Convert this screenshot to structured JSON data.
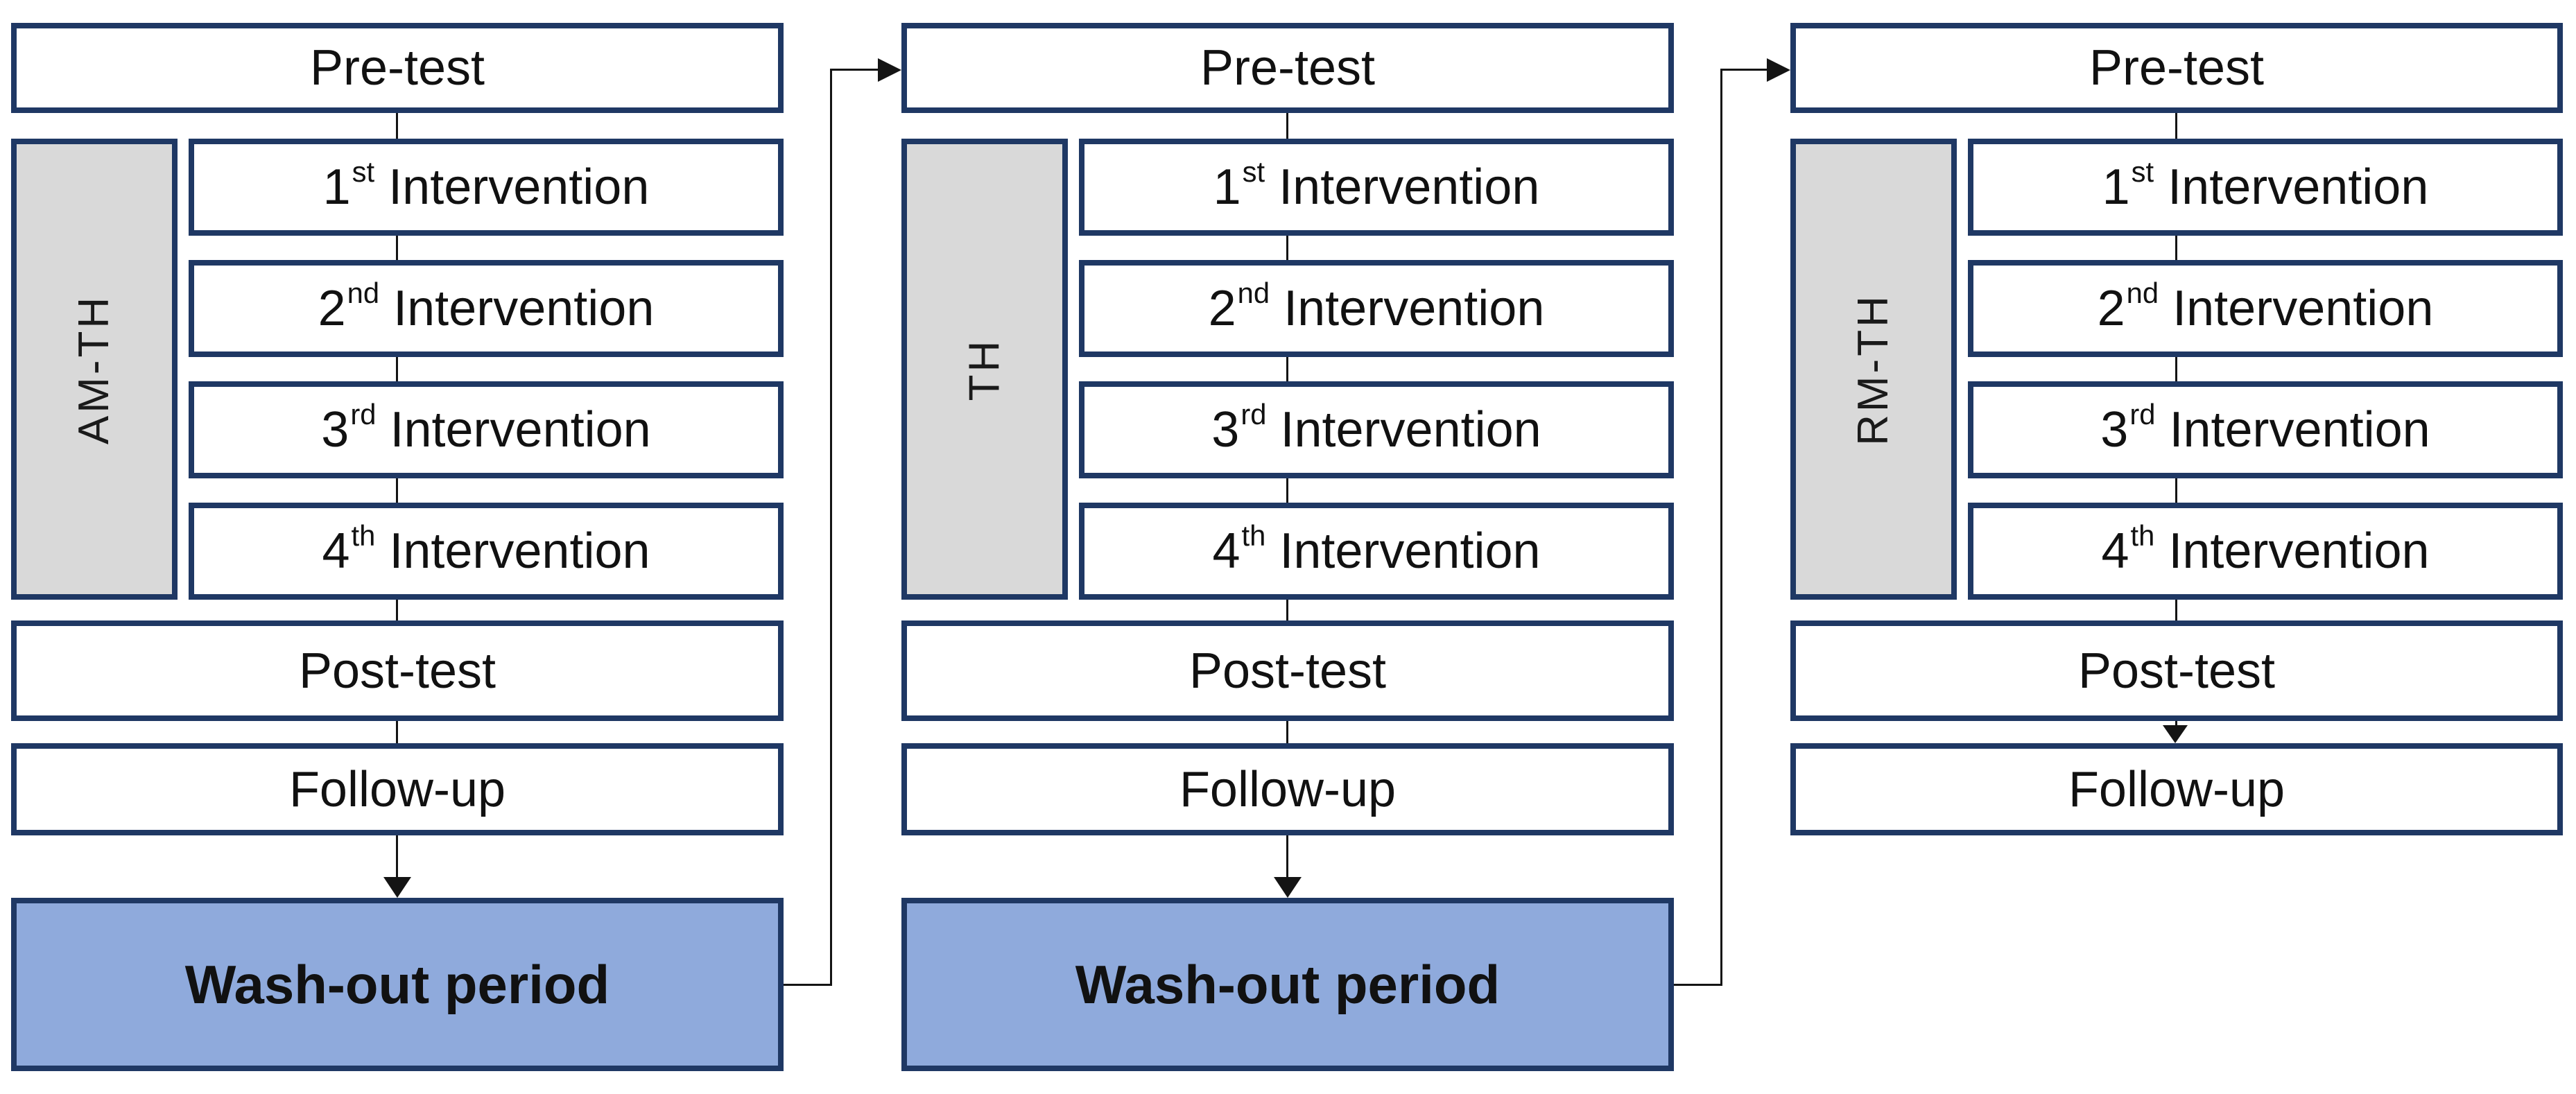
{
  "colors": {
    "border_navy": "#1f3864",
    "gray_fill": "#d9d9d9",
    "blue_fill": "#8faadc",
    "line_black": "#141414",
    "text": "#111111"
  },
  "columns": [
    {
      "group_label": "AM-TH",
      "pre_test": "Pre-test",
      "interventions": [
        {
          "num": "1",
          "ord": "st",
          "label": "Intervention"
        },
        {
          "num": "2",
          "ord": "nd",
          "label": "Intervention"
        },
        {
          "num": "3",
          "ord": "rd",
          "label": "Intervention"
        },
        {
          "num": "4",
          "ord": "th",
          "label": "Intervention"
        }
      ],
      "post_test": "Post-test",
      "follow_up": "Follow-up",
      "wash_out": "Wash-out period"
    },
    {
      "group_label": "TH",
      "pre_test": "Pre-test",
      "interventions": [
        {
          "num": "1",
          "ord": "st",
          "label": "Intervention"
        },
        {
          "num": "2",
          "ord": "nd",
          "label": "Intervention"
        },
        {
          "num": "3",
          "ord": "rd",
          "label": "Intervention"
        },
        {
          "num": "4",
          "ord": "th",
          "label": "Intervention"
        }
      ],
      "post_test": "Post-test",
      "follow_up": "Follow-up",
      "wash_out": "Wash-out period"
    },
    {
      "group_label": "RM-TH",
      "pre_test": "Pre-test",
      "interventions": [
        {
          "num": "1",
          "ord": "st",
          "label": "Intervention"
        },
        {
          "num": "2",
          "ord": "nd",
          "label": "Intervention"
        },
        {
          "num": "3",
          "ord": "rd",
          "label": "Intervention"
        },
        {
          "num": "4",
          "ord": "th",
          "label": "Intervention"
        }
      ],
      "post_test": "Post-test",
      "follow_up": "Follow-up"
    }
  ]
}
